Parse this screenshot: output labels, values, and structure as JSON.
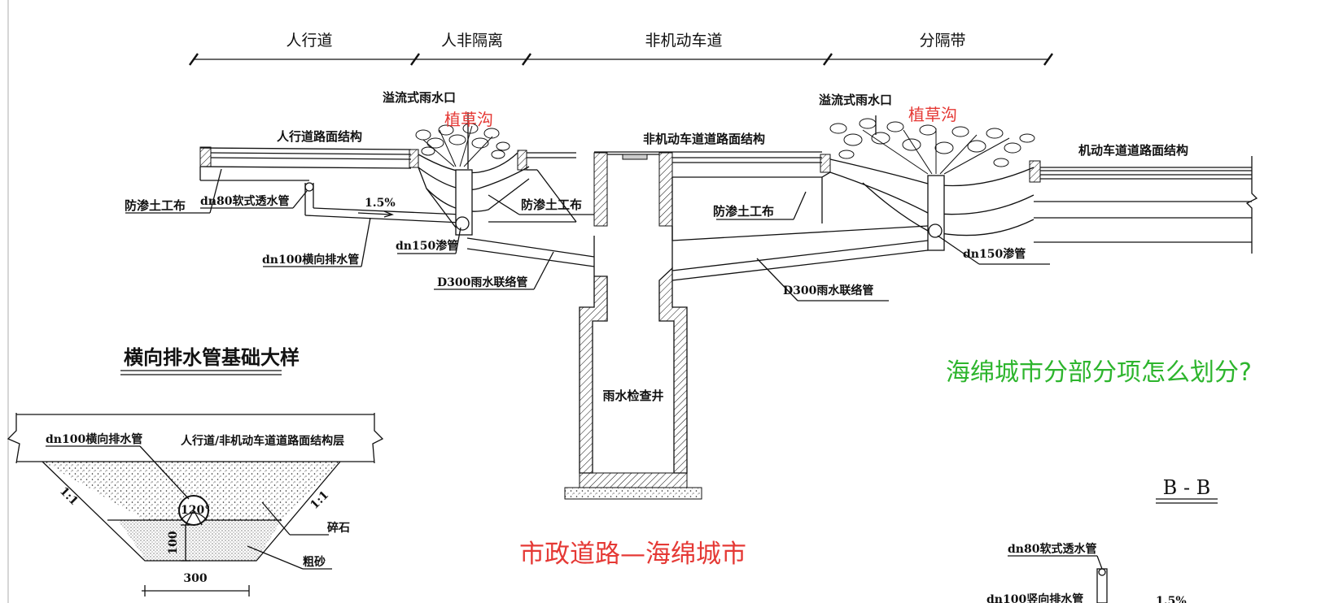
{
  "zones": {
    "sidewalk": "人行道",
    "ped_nonmotor_separator": "人非隔离",
    "nonmotor_lane": "非机动车道",
    "separator_strip": "分隔带"
  },
  "labels": {
    "overflow_inlet_left": "溢流式雨水口",
    "overflow_inlet_right": "溢流式雨水口",
    "bioswale_left": "植草沟",
    "bioswale_right": "植草沟",
    "sidewalk_pavement": "人行道路面结构",
    "nonmotor_pavement": "非机动车道道路面结构",
    "motor_pavement": "机动车道道路面结构",
    "geotextile_1": "防渗土工布",
    "geotextile_2": "防渗土工布",
    "geotextile_3": "防渗土工布",
    "soft_drain_pipe": "dn80软式透水管",
    "slope": "1.5%",
    "transverse_drain": "dn100横向排水管",
    "seepage_pipe_left": "dn150渗管",
    "seepage_pipe_right": "dn150渗管",
    "connector_left": "D300雨水联络管",
    "connector_right": "D300雨水联络管",
    "manhole": "雨水检查井"
  },
  "detail": {
    "title": "横向排水管基础大样",
    "pipe_label": "dn100横向排水管",
    "layer_label": "人行道/非机动车道道路面结构层",
    "slope_left": "1:1",
    "slope_right": "1:1",
    "angle": "120°",
    "gravel": "碎石",
    "coarse_sand": "粗砂",
    "depth": "100",
    "width": "300"
  },
  "section_bb": {
    "title": "B - B",
    "soft_pipe": "dn80软式透水管",
    "vertical_pipe": "dn100竖向排水管",
    "slope": "1.5%"
  },
  "captions": {
    "main": "市政道路—海绵城市",
    "question": "海绵城市分部分项怎么划分?"
  }
}
